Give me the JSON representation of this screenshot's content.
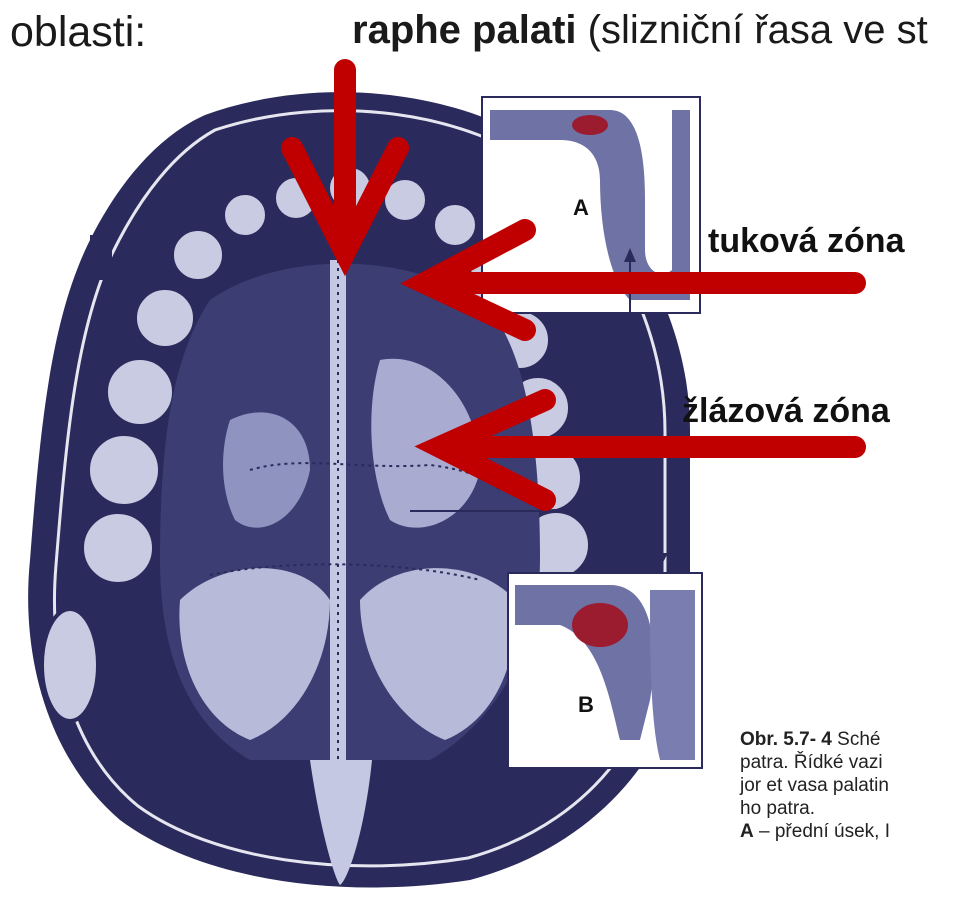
{
  "heading": {
    "left": "oblasti:",
    "term": "raphe palati",
    "term_note": "(slizniční řasa ve st"
  },
  "labels": {
    "fat_zone": "tuková zóna",
    "gland_zone": "žlázová zóna"
  },
  "insets": {
    "a": "A",
    "b": "B"
  },
  "caption": {
    "ref": "Obr. 5.7- 4",
    "line1": "Sché",
    "line2": "patra. Řídké vazi",
    "line3": "jor et vasa palatin",
    "line4": "ho patra.",
    "line5_prefix": "A",
    "line5": " – přední úsek, I"
  },
  "colors": {
    "arrow": "#c00000",
    "anatomy": "#2a2a5c",
    "tissue_red": "#9b1c2e"
  }
}
